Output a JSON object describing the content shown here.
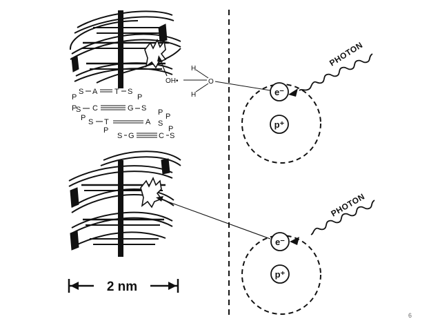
{
  "slide": {
    "page_number": "6"
  },
  "figure": {
    "photon_labels": [
      "PHOTON",
      "PHOTON"
    ],
    "water": {
      "h_top": "H",
      "o": "O",
      "h_bottom": "H",
      "radical": "OH•"
    },
    "electron": "e⁻",
    "proton": "p⁺",
    "scale_text": "2 nm",
    "sequence": {
      "row1": {
        "p": "P",
        "s1": "S",
        "b1": "A",
        "b2": "T",
        "s2": "S",
        "p2": "P"
      },
      "row2": {
        "p": "P",
        "s1": "S",
        "b1": "C",
        "b2": "G",
        "s2": "S",
        "p2": "P"
      },
      "row3": {
        "p": "P",
        "s1": "S",
        "b1": "T",
        "b2": "A",
        "s2": "S",
        "p2": "P"
      },
      "row4": {
        "p": "P",
        "s1": "S",
        "b1": "G",
        "b2": "C",
        "s2": "S",
        "p2": "P"
      }
    }
  }
}
